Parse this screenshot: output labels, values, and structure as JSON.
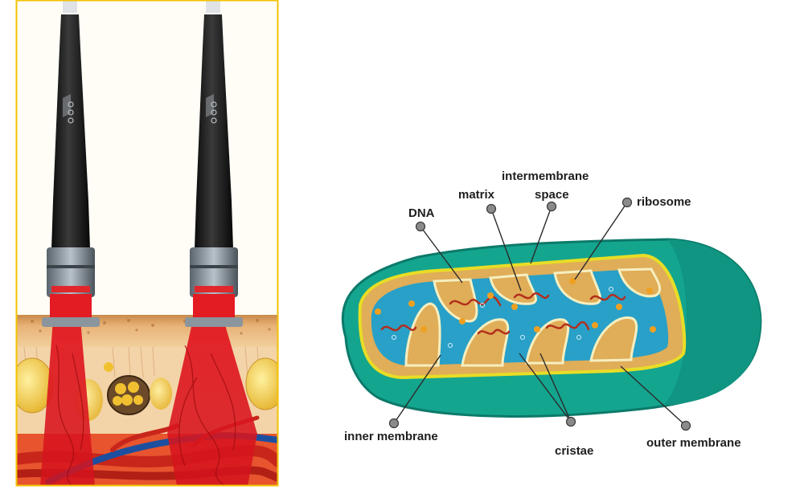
{
  "colors": {
    "frame": "#f2c200",
    "laser": "#d8121a",
    "outer_membrane": "#14a58f",
    "membrane_yellow": "#e8dd26",
    "intermembrane": "#e0ad58",
    "matrix": "#29a0c8",
    "dna": "#b22e1c",
    "ribosome": "#f0a020",
    "pointer": "#8a8a8a"
  },
  "left_panel": {
    "device_count": 2,
    "icons": [
      "laser-handpiece-icon",
      "laser-handpiece-icon"
    ]
  },
  "diagram": {
    "labels": {
      "intermembrane_line1": "intermembrane",
      "intermembrane_line2": "space",
      "matrix": "matrix",
      "dna": "DNA",
      "ribosome": "ribosome",
      "inner_membrane": "inner membrane",
      "cristae": "cristae",
      "outer_membrane": "outer membrane"
    }
  }
}
